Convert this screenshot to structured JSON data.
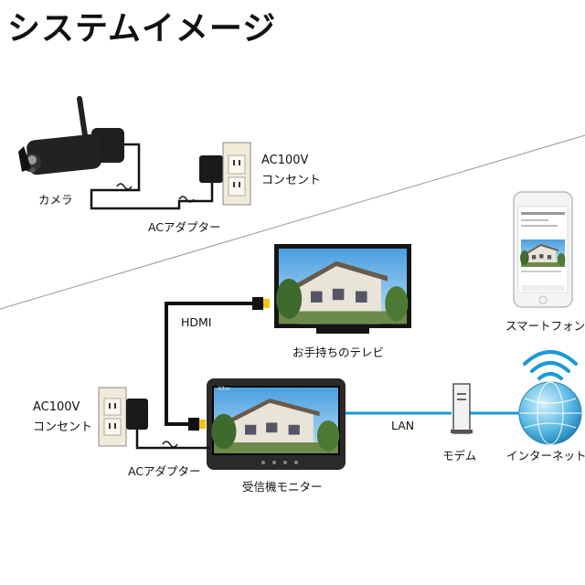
{
  "title": "システムイメージ",
  "labels": {
    "camera": "カメラ",
    "ac100v_top": "AC100V",
    "outlet_top": "コンセント",
    "adapter_top": "ACアダプター",
    "hdmi": "HDMI",
    "tv": "お手持ちのテレビ",
    "smartphone": "スマートフォン",
    "ac100v_bottom": "AC100V",
    "outlet_bottom": "コンセント",
    "adapter_bottom": "ACアダプター",
    "monitor": "受信機モニター",
    "lan": "LAN",
    "modem": "モデム",
    "internet": "インターネット",
    "monitor_brand": "Alter"
  },
  "colors": {
    "lan_cable": "#1a9ad6",
    "hdmi_plug": "#f5c400",
    "wifi": "#1a9ad6",
    "globe": "#5bbbe4"
  }
}
